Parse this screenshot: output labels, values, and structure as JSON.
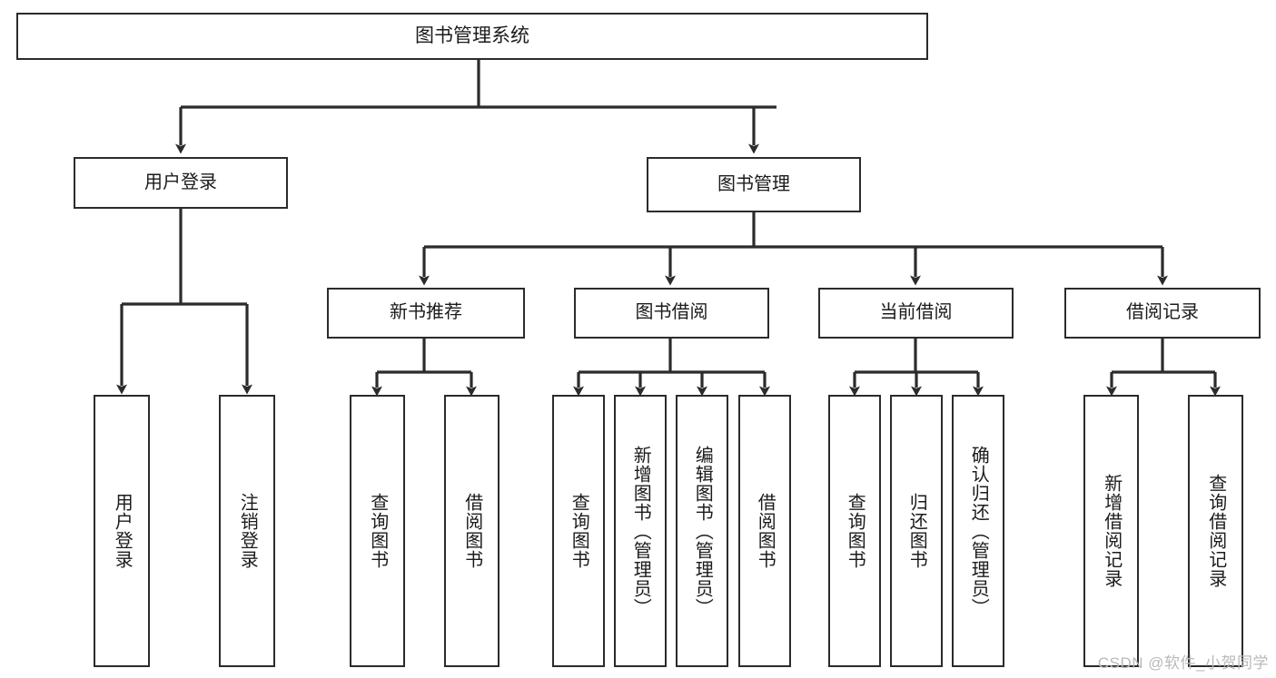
{
  "diagram": {
    "type": "tree",
    "title": "图书管理系统",
    "watermark": "CSDN @软件_小贺同学",
    "colors": {
      "box_border": "#2b2b2b",
      "box_fill": "#ffffff",
      "connector": "#2b2b2b",
      "text": "#1b1b1b",
      "watermark": "#b9b9b9",
      "background": "#ffffff"
    },
    "nodes": {
      "root": {
        "label": "图书管理系统",
        "level": 1
      },
      "user_login": {
        "label": "用户登录",
        "level": 2
      },
      "book_manage": {
        "label": "图书管理",
        "level": 2
      },
      "new_book_rec": {
        "label": "新书推荐",
        "level": 3
      },
      "book_borrow": {
        "label": "图书借阅",
        "level": 3
      },
      "current_borrow": {
        "label": "当前借阅",
        "level": 3
      },
      "borrow_record": {
        "label": "借阅记录",
        "level": 3
      },
      "leaf_user_login": {
        "label": "用户登录",
        "level": 4
      },
      "leaf_user_logout": {
        "label": "注销登录",
        "level": 4
      },
      "leaf_query_book_1": {
        "label": "查询图书",
        "level": 4
      },
      "leaf_borrow_book_1": {
        "label": "借阅图书",
        "level": 4
      },
      "leaf_query_book_2": {
        "label": "查询图书",
        "level": 4
      },
      "leaf_add_book": {
        "label": "新增图书（管理员）",
        "level": 4
      },
      "leaf_edit_book": {
        "label": "编辑图书（管理员）",
        "level": 4
      },
      "leaf_borrow_book_2": {
        "label": "借阅图书",
        "level": 4
      },
      "leaf_query_book_3": {
        "label": "查询图书",
        "level": 4
      },
      "leaf_return_book": {
        "label": "归还图书",
        "level": 4
      },
      "leaf_confirm_return": {
        "label": "确认归还（管理员）",
        "level": 4
      },
      "leaf_add_record": {
        "label": "新增借阅记录",
        "level": 4
      },
      "leaf_query_record": {
        "label": "查询借阅记录",
        "level": 4
      }
    },
    "edges": [
      {
        "from": "root",
        "to": "user_login"
      },
      {
        "from": "root",
        "to": "book_manage"
      },
      {
        "from": "user_login",
        "to": "leaf_user_login"
      },
      {
        "from": "user_login",
        "to": "leaf_user_logout"
      },
      {
        "from": "book_manage",
        "to": "new_book_rec"
      },
      {
        "from": "book_manage",
        "to": "book_borrow"
      },
      {
        "from": "book_manage",
        "to": "current_borrow"
      },
      {
        "from": "book_manage",
        "to": "borrow_record"
      },
      {
        "from": "new_book_rec",
        "to": "leaf_query_book_1"
      },
      {
        "from": "new_book_rec",
        "to": "leaf_borrow_book_1"
      },
      {
        "from": "book_borrow",
        "to": "leaf_query_book_2"
      },
      {
        "from": "book_borrow",
        "to": "leaf_add_book"
      },
      {
        "from": "book_borrow",
        "to": "leaf_edit_book"
      },
      {
        "from": "book_borrow",
        "to": "leaf_borrow_book_2"
      },
      {
        "from": "current_borrow",
        "to": "leaf_query_book_3"
      },
      {
        "from": "current_borrow",
        "to": "leaf_return_book"
      },
      {
        "from": "current_borrow",
        "to": "leaf_confirm_return"
      },
      {
        "from": "borrow_record",
        "to": "leaf_add_record"
      },
      {
        "from": "borrow_record",
        "to": "leaf_query_record"
      }
    ]
  }
}
